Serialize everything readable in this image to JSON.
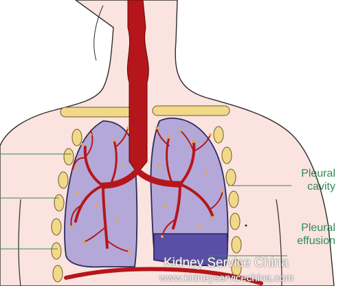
{
  "labels": {
    "pleural_cavity": [
      "Pleural",
      "cavity"
    ],
    "pleural_effusion": [
      "Pleural",
      "effusion"
    ]
  },
  "watermark": {
    "brand": "Kidney Service China",
    "url": "www.kidneyservicechina.com"
  },
  "colors": {
    "skin": "#fbe3df",
    "outline": "#2b2b2b",
    "lung": "#b4a8d8",
    "effusion": "#5b4ea8",
    "vessel": "#b5161b",
    "rib": "#f2d98a",
    "label": "#2e8b57"
  }
}
